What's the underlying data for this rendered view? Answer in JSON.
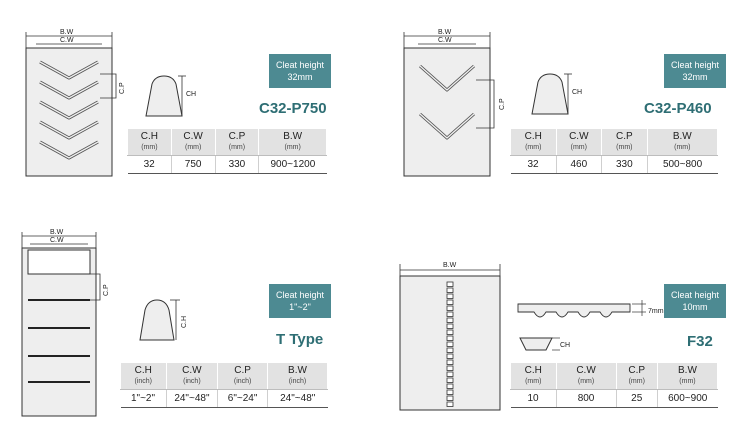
{
  "panels": [
    {
      "badge": [
        "Cleat height",
        "32mm"
      ],
      "model": "C32-P750",
      "headers": [
        {
          "label": "C.H",
          "unit": "(mm)"
        },
        {
          "label": "C.W",
          "unit": "(mm)"
        },
        {
          "label": "C.P",
          "unit": "(mm)"
        },
        {
          "label": "B.W",
          "unit": "(mm)"
        }
      ],
      "values": [
        "32",
        "750",
        "330",
        "900~1200"
      ],
      "diagram_labels": {
        "bw": "B.W",
        "cw": "C.W",
        "cp": "C.P",
        "ch": "CH"
      }
    },
    {
      "badge": [
        "Cleat height",
        "32mm"
      ],
      "model": "C32-P460",
      "headers": [
        {
          "label": "C.H",
          "unit": "(mm)"
        },
        {
          "label": "C.W",
          "unit": "(mm)"
        },
        {
          "label": "C.P",
          "unit": "(mm)"
        },
        {
          "label": "B.W",
          "unit": "(mm)"
        }
      ],
      "values": [
        "32",
        "460",
        "330",
        "500~800"
      ],
      "diagram_labels": {
        "bw": "B.W",
        "cw": "C.W",
        "cp": "C.P",
        "ch": "CH"
      }
    },
    {
      "badge": [
        "Cleat height",
        "1\"~2\""
      ],
      "model": "T Type",
      "headers": [
        {
          "label": "C.H",
          "unit": "(inch)"
        },
        {
          "label": "C.W",
          "unit": "(inch)"
        },
        {
          "label": "C.P",
          "unit": "(inch)"
        },
        {
          "label": "B.W",
          "unit": "(inch)"
        }
      ],
      "values": [
        "1\"~2\"",
        "24\"~48\"",
        "6\"~24\"",
        "24\"~48\""
      ],
      "diagram_labels": {
        "bw": "B.W",
        "cw": "C.W",
        "cp": "C.P",
        "ch": "C.H"
      }
    },
    {
      "badge": [
        "Cleat height",
        "10mm"
      ],
      "model": "F32",
      "headers": [
        {
          "label": "C.H",
          "unit": "(mm)"
        },
        {
          "label": "C.W",
          "unit": "(mm)"
        },
        {
          "label": "C.P",
          "unit": "(mm)"
        },
        {
          "label": "B.W",
          "unit": "(mm)"
        }
      ],
      "values": [
        "10",
        "800",
        "25",
        "600~900"
      ],
      "diagram_labels": {
        "bw": "B.W",
        "ch": "CH",
        "height": "7mm"
      }
    }
  ],
  "colors": {
    "badge": "#4d8a92",
    "model": "#2e6e74",
    "header_bg": "#e2e2e2",
    "belt": "#eeeeee"
  }
}
